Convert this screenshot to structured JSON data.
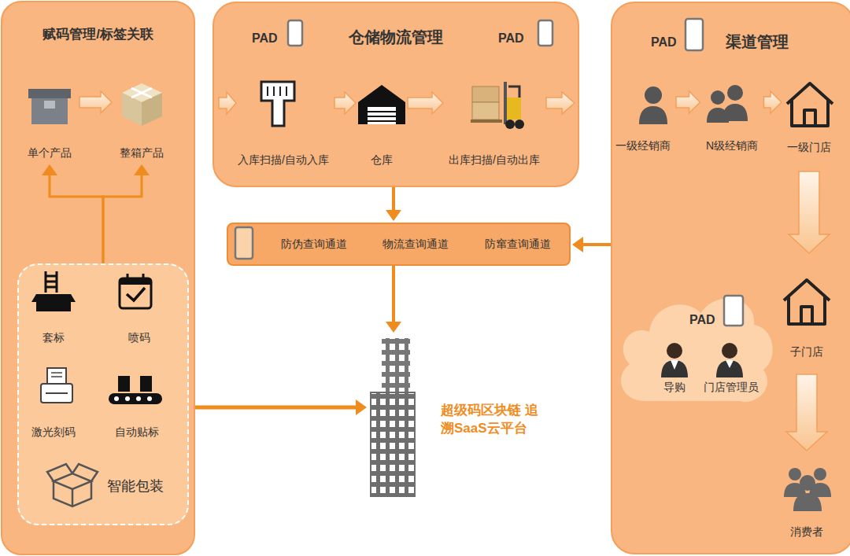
{
  "diagram": {
    "nodes": [
      {
        "text": [
          "赋码管理/标签关联"
        ]
      },
      {
        "text": [
          "单个产品"
        ],
        "in": 0
      },
      {
        "text": [
          "整箱产品"
        ],
        "in": 0
      },
      {
        "text": [
          "智能包装"
        ],
        "in": 0
      },
      {
        "text": [
          "套标"
        ],
        "in": 3
      },
      {
        "text": [
          "喷码"
        ],
        "in": 3
      },
      {
        "text": [
          "激光刻码"
        ],
        "in": 3
      },
      {
        "text": [
          "自动贴标"
        ],
        "in": 3
      },
      {
        "text": [
          "仓储物流管理"
        ]
      },
      {
        "text": [
          "入库扫描/自动入库"
        ],
        "in": 8
      },
      {
        "text": [
          "仓库"
        ],
        "in": 8
      },
      {
        "text": [
          "出库扫描/自动出库"
        ],
        "in": 8
      },
      {
        "text": [
          "渠道管理"
        ]
      },
      {
        "text": [
          "一级经销商"
        ],
        "in": 12
      },
      {
        "text": [
          "N级经销商"
        ],
        "in": 12
      },
      {
        "text": [
          "一级门店"
        ],
        "in": 12
      },
      {
        "text": [
          "防伪查询通道",
          "物流查询通道",
          "防窜查询通道"
        ]
      },
      {
        "text": [
          "导购",
          "门店管理员"
        ],
        "in": 12
      },
      {
        "text": [
          "子门店"
        ],
        "in": 12
      },
      {
        "text": [
          "消费者"
        ],
        "in": 12
      },
      {
        "text": [
          "超级码区块链 追溯SaaS云平台"
        ]
      }
    ],
    "edges": [
      {
        "from": 3,
        "to": 1,
        "arrow": "to"
      },
      {
        "from": 3,
        "to": 2,
        "arrow": "to"
      },
      {
        "from": 1,
        "to": 2,
        "arrow": "to"
      },
      {
        "from": 9,
        "to": 10,
        "arrow": "to"
      },
      {
        "from": 10,
        "to": 11,
        "arrow": "to"
      },
      {
        "from": 8,
        "to": 16,
        "arrow": "to"
      },
      {
        "from": 12,
        "to": 16,
        "arrow": "to"
      },
      {
        "from": 16,
        "to": 20,
        "arrow": "to"
      },
      {
        "from": 0,
        "to": 20,
        "arrow": "to"
      },
      {
        "from": 13,
        "to": 14,
        "arrow": "to"
      },
      {
        "from": 14,
        "to": 15,
        "arrow": "to"
      },
      {
        "from": 15,
        "to": 18,
        "arrow": "to"
      },
      {
        "from": 18,
        "to": 19,
        "arrow": "to"
      }
    ],
    "labels": [
      "PAD",
      "PAD",
      "PAD",
      "PAD"
    ]
  }
}
